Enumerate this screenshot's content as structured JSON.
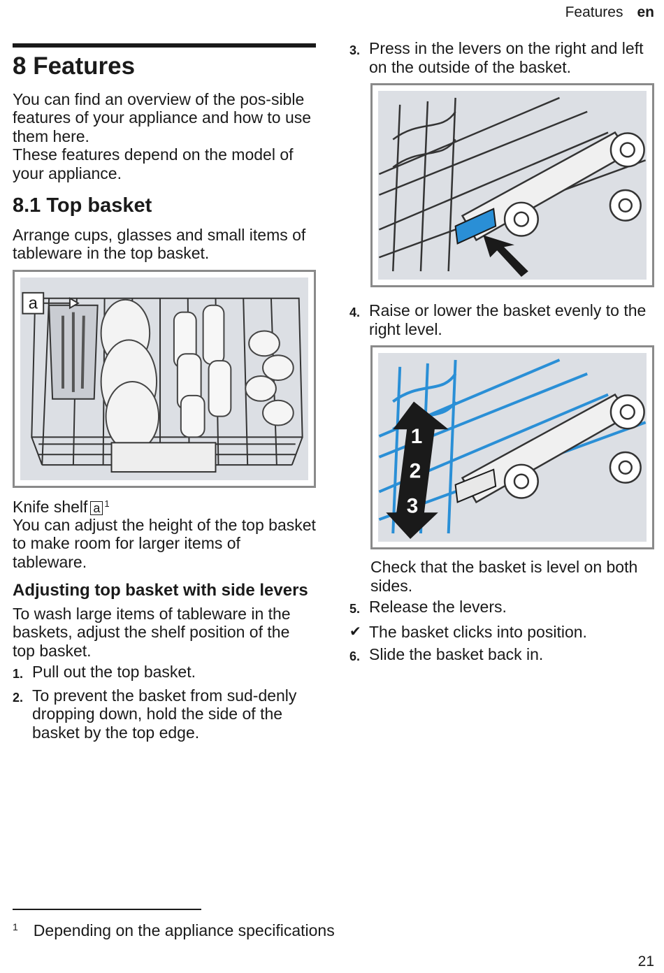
{
  "header": {
    "section": "Features",
    "lang": "en"
  },
  "chapter": {
    "title": "8  Features",
    "intro_1": "You can find an overview of the pos-sible features of your appliance and how to use them here.",
    "intro_2": "These features depend on the model of your appliance."
  },
  "section": {
    "title": "8.1  Top basket",
    "intro": "Arrange cups, glasses and small items of tableware in the top basket.",
    "figure_label": "a",
    "caption": "Knife shelf",
    "caption_ref": "a",
    "caption_sup": "1",
    "body": "You can adjust the height of the top basket to make room for larger items of tableware."
  },
  "subsection": {
    "title": "Adjusting top basket with side levers",
    "intro": "To wash large items of tableware in the baskets, adjust the shelf position of the top basket."
  },
  "steps": [
    {
      "num": "1.",
      "text": "Pull out the top basket."
    },
    {
      "num": "2.",
      "text": "To prevent the basket from sud-denly dropping down, hold the side of the basket by the top edge."
    },
    {
      "num": "3.",
      "text": "Press in the levers on the right and left on the outside of the basket."
    },
    {
      "num": "4.",
      "text": "Raise or lower the basket evenly to the right level."
    },
    {
      "num": "5.",
      "text": "Release the levers."
    },
    {
      "num": "6.",
      "text": "Slide the basket back in."
    }
  ],
  "note_step4": "Check that the basket is level on both sides.",
  "result": {
    "symbol": "✔",
    "text": "The basket clicks into position."
  },
  "figure_height_labels": [
    "1",
    "2",
    "3"
  ],
  "footnote": {
    "mark": "1",
    "text": "Depending on the appliance specifications"
  },
  "page_number": "21",
  "colors": {
    "figure_bg": "#dcdfe4",
    "highlight_blue": "#2a8fd6",
    "frame_gray": "#8a8a8a"
  }
}
